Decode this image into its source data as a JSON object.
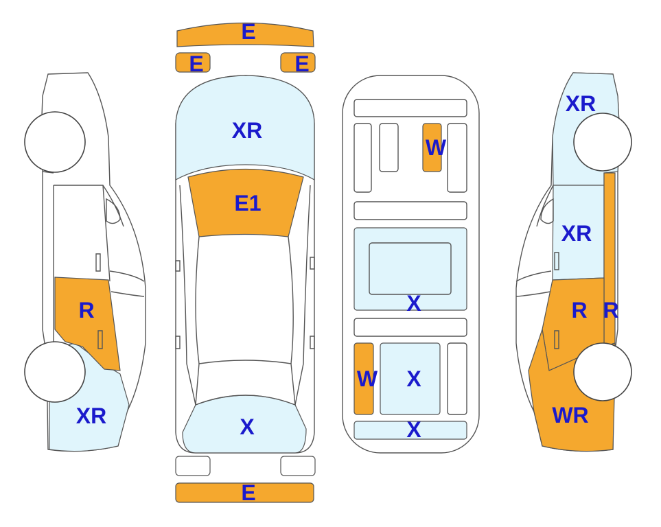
{
  "colors": {
    "orange": "#F5A82E",
    "light_blue": "#E0F5FC",
    "outline": "#555555",
    "label": "#1A1ACC",
    "white": "#FFFFFF"
  },
  "labels": {
    "front_bumper": "E",
    "front_left_light": "E",
    "front_right_light": "E",
    "hood": "XR",
    "windshield": "E1",
    "rear_window": "X",
    "rear_bumper": "E",
    "left_front_door": "R",
    "left_rear_fender": "XR",
    "underbody_front_right": "W",
    "underbody_middle": "X",
    "underbody_rear_left": "W",
    "underbody_rear_center": "X",
    "underbody_rear_edge": "X",
    "right_front_fender": "XR",
    "right_front_door": "XR",
    "right_rear_door": "R",
    "right_sill": "R",
    "right_rear_quarter": "WR"
  }
}
